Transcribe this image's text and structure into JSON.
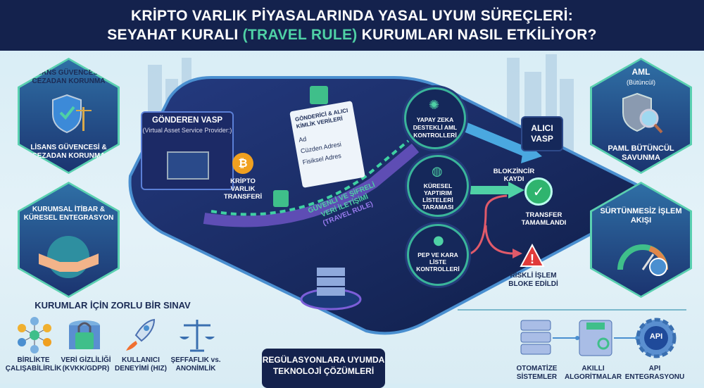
{
  "header": {
    "line1": "KRİPTO VARLIK PİYASALARINDA YASAL UYUM SÜREÇLERİ:",
    "line2_pre": "SEYAHAT KURALI ",
    "line2_accent": "(TRAVEL RULE)",
    "line2_post": " KURUMLARI NASIL ETKİLİYOR?"
  },
  "left_hexes": [
    {
      "title": "LİSANS GÜVENCESİ & CEZADAN KORUNMA",
      "caption": "LİSANS GÜVENCESİ & CEZADAN KORUNMA",
      "icon": "shield-scales-icon"
    },
    {
      "title": "KURUMSAL İTİBAR & KÜRESEL ENTEGRASYON",
      "icon": "handshake-globe-icon"
    }
  ],
  "right_hexes": [
    {
      "title": "AML",
      "subtitle": "(Bütüncül)",
      "caption": "PAML BÜTÜNCÜL SAVUNMA",
      "icon": "shield-magnifier-icon"
    },
    {
      "title": "SÜRTÜNMESİZ İŞLEM AKIŞI",
      "icon": "speedometer-user-icon"
    }
  ],
  "flow": {
    "sender_title": "GÖNDEREN VASP",
    "sender_sub": "(Virtual Asset Service Provider:)",
    "crypto_transfer": "KRİPTO VARLIK TRANSFERİ",
    "doc_title": "GÖNDERİCİ & ALICI KİMLİK VERİLERİ",
    "doc_items": [
      "Ad",
      "Cüzden Adresi",
      "Fisiksel Adres"
    ],
    "secure_line1": "GÜVENLİ VE ŞİFRELİ",
    "secure_line2": "VERİ İLETİŞİMİ",
    "secure_line3": "(TRAVEL RULE)",
    "checks": [
      "YAPAY ZEKA DESTEKLİ AML KONTROLLERİ",
      "KÜRESEL YAPTIRIM LİSTELERİ TARAMASI",
      "PEP VE KARA LİSTE KONTROLLERİ"
    ],
    "receiver": "ALICI VASP",
    "blockchain": "BLOKZİNCİR KAYDI",
    "complete": "TRANSFER TAMAMLANDI",
    "blocked": "RİSKLİ İŞLEM BLOKE EDİLDİ"
  },
  "challenges": {
    "title": "KURUMLAR İÇİN ZORLU BİR SINAV",
    "items": [
      {
        "line1": "BİRLİKTE",
        "line2": "ÇALIŞABİLİRLİK"
      },
      {
        "line1": "VERİ GİZLİLİĞİ",
        "line2": "(KVKK/GDPR)"
      },
      {
        "line1": "KULLANICI",
        "line2": "DENEYİMİ (HIZ)"
      },
      {
        "line1": "ŞEFFAFLIK vs.",
        "line2": "ANONİMLİK"
      }
    ]
  },
  "solutions": {
    "title_line1": "REGÜLASYONLARA UYUMDA",
    "title_line2": "TEKNOLOJİ ÇÖZÜMLERİ",
    "items": [
      {
        "line1": "OTOMATİZE",
        "line2": "SİSTEMLER"
      },
      {
        "line1": "AKILLI",
        "line2": "ALGORİTMALAR"
      },
      {
        "line1": "API",
        "line2": "ENTEGRASYONU",
        "badge": "API"
      }
    ]
  },
  "colors": {
    "navy": "#14224d",
    "accent": "#4fd1a5",
    "danger": "#e03a3a",
    "success": "#2fb46e"
  }
}
